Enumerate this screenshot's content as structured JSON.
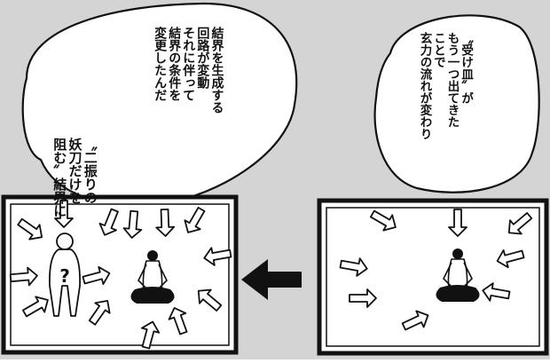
{
  "panel": {
    "background": "#d4d4d4",
    "ink": "#111111"
  },
  "bubble_left_upper": {
    "lines": [
      "結界を生成する",
      "回路が変動",
      "それに伴って",
      "結界の条件を",
      "変更したんだ"
    ]
  },
  "bubble_left_lower": {
    "lines": [
      "〝二振りの",
      "妖刀だけを",
      "阻む〟結界に"
    ]
  },
  "bubble_right": {
    "lines": [
      "〝受け皿〟が",
      "もう一つ出てきた",
      "ことで",
      "玄力の流れが変わり"
    ]
  },
  "diagram": {
    "direction_arrow": "left-arrow",
    "left_question_mark": "?"
  }
}
